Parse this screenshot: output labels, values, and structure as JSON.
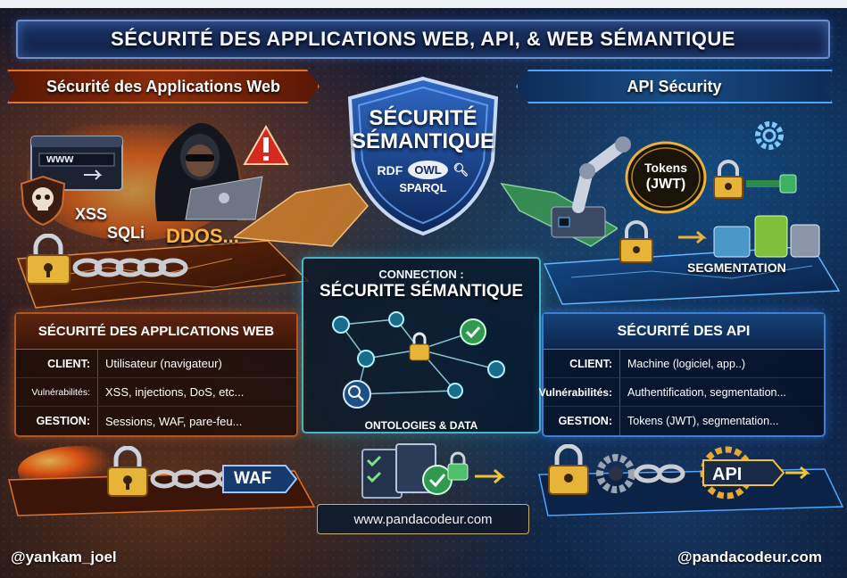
{
  "title": "SÉCURITÉ DES APPLICATIONS WEB, API, & WEB SÉMANTIQUE",
  "banners": {
    "left": "Sécurité des Applications Web",
    "right": "API Sécurity"
  },
  "shield": {
    "line1": "SÉCURITÉ",
    "line2": "SÉMANTIQUE",
    "rdf": "RDF",
    "owl": "OWL",
    "sparql": "SPARQL"
  },
  "left_scene": {
    "www": "www",
    "xss": "XSS",
    "sqli": "SQLi",
    "ddos": "DDOS..."
  },
  "right_scene": {
    "tokens": "Tokens",
    "jwt": "(JWT)",
    "segmentation": "SEGMENTATION"
  },
  "center": {
    "line1": "CONNECTION :",
    "line2": "SÉCURITE SÉMANTIQUE",
    "footer": "ONTOLOGIES & DATA"
  },
  "web_panel": {
    "title": "SÉCURITÉ DES APPLICATIONS WEB",
    "rows": [
      {
        "key": "CLIENT:",
        "value": "Utilisateur (navigateur)"
      },
      {
        "key": "Vulnérabilités:",
        "value": "XSS, injections, DoS, etc..."
      },
      {
        "key": "GESTION:",
        "value": "Sessions, WAF, pare-feu..."
      }
    ]
  },
  "api_panel": {
    "title": "SÉCURITÉ DES API",
    "rows": [
      {
        "key": "CLIENT:",
        "value": "Machine (logiciel, app..)"
      },
      {
        "key": "Vulnérabilités:",
        "value": "Authentification, segmentation..."
      },
      {
        "key": "GESTION:",
        "value": "Tokens (JWT), segmentation..."
      }
    ]
  },
  "bottom": {
    "waf": "WAF",
    "api": "API",
    "url": "www.pandacodeur.com"
  },
  "handles": {
    "left": "@yankam_joel",
    "right": "@pandacodeur.com"
  },
  "colors": {
    "fire": "#e0732a",
    "blue": "#4ea4ff",
    "teal": "#4bb3c9",
    "gold": "#e7b43a"
  }
}
